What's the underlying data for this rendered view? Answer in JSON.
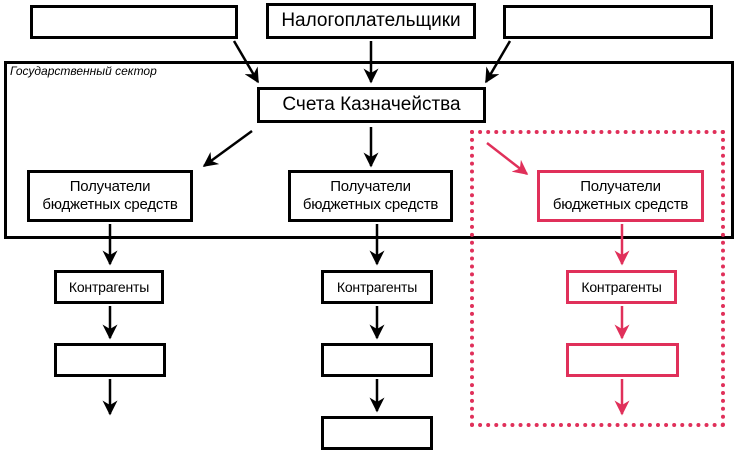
{
  "taxpayers": "Налогоплательщики",
  "treasury": "Счета Казначейства",
  "sector_label": "Государственный сектор",
  "recipients": "Получатели бюджетных средств",
  "counterparties": "Контрагенты",
  "colors": {
    "black": "#000000",
    "pink": "#e0305a"
  }
}
